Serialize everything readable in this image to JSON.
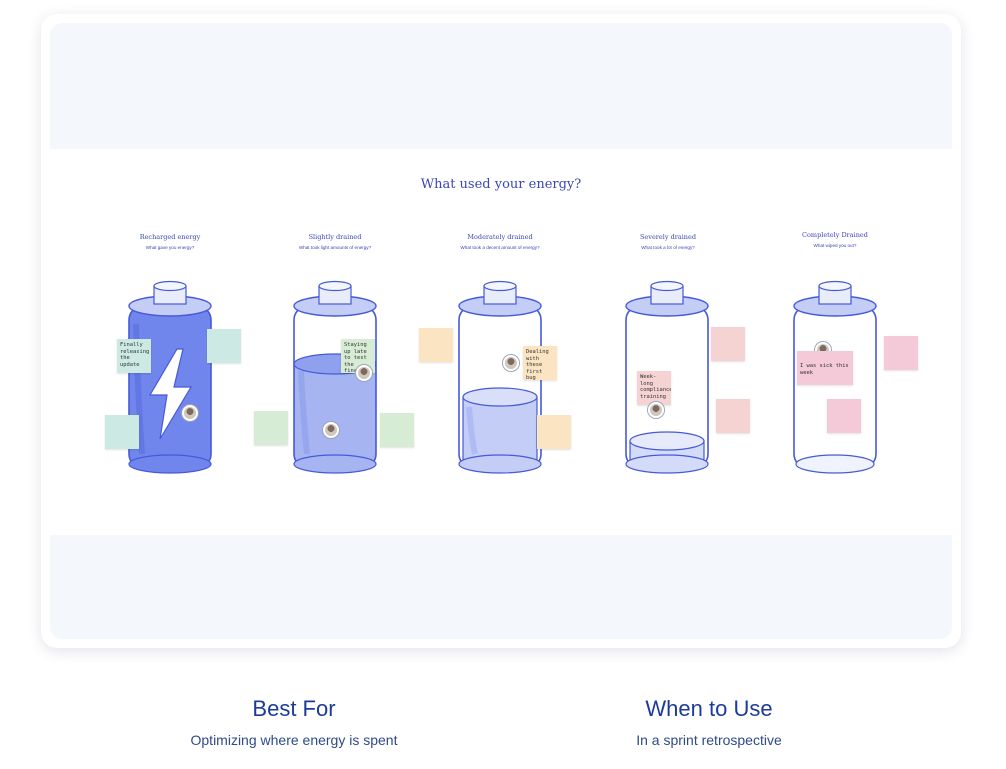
{
  "board": {
    "title": "What used your energy?",
    "columns": [
      {
        "title": "Recharged energy",
        "subtitle": "What gave you energy?"
      },
      {
        "title": "Slightly drained",
        "subtitle": "What took light amounts of energy?"
      },
      {
        "title": "Moderately drained",
        "subtitle": "What took a decent amount of energy?"
      },
      {
        "title": "Severely drained",
        "subtitle": "What took a lot of energy?"
      },
      {
        "title": "Completely Drained",
        "subtitle": "What wiped you out?"
      }
    ],
    "notes": {
      "recharged": "Finally releasing the update",
      "slightly": "Staying up late to test the final build",
      "moderately": "Dealing with these first bug reports",
      "severely": "Week-long compliance training",
      "completely": "I was sick this week"
    },
    "colors": {
      "battery_outline": "#4659d6",
      "fill_full": "#7186ec",
      "fill_slight": "#a6b4f2",
      "fill_moderate": "#c3cdf6",
      "fill_severe": "#d4dbf8",
      "note_teal": "#cce9e4",
      "note_green": "#d6ecd4",
      "note_orange": "#fbe4c2",
      "note_pink": "#f5d3d2",
      "note_magenta": "#f4c9d8"
    }
  },
  "footer": {
    "best_for_heading": "Best For",
    "best_for_text": "Optimizing where energy is spent",
    "when_heading": "When to Use",
    "when_text": "In a sprint retrospective"
  }
}
